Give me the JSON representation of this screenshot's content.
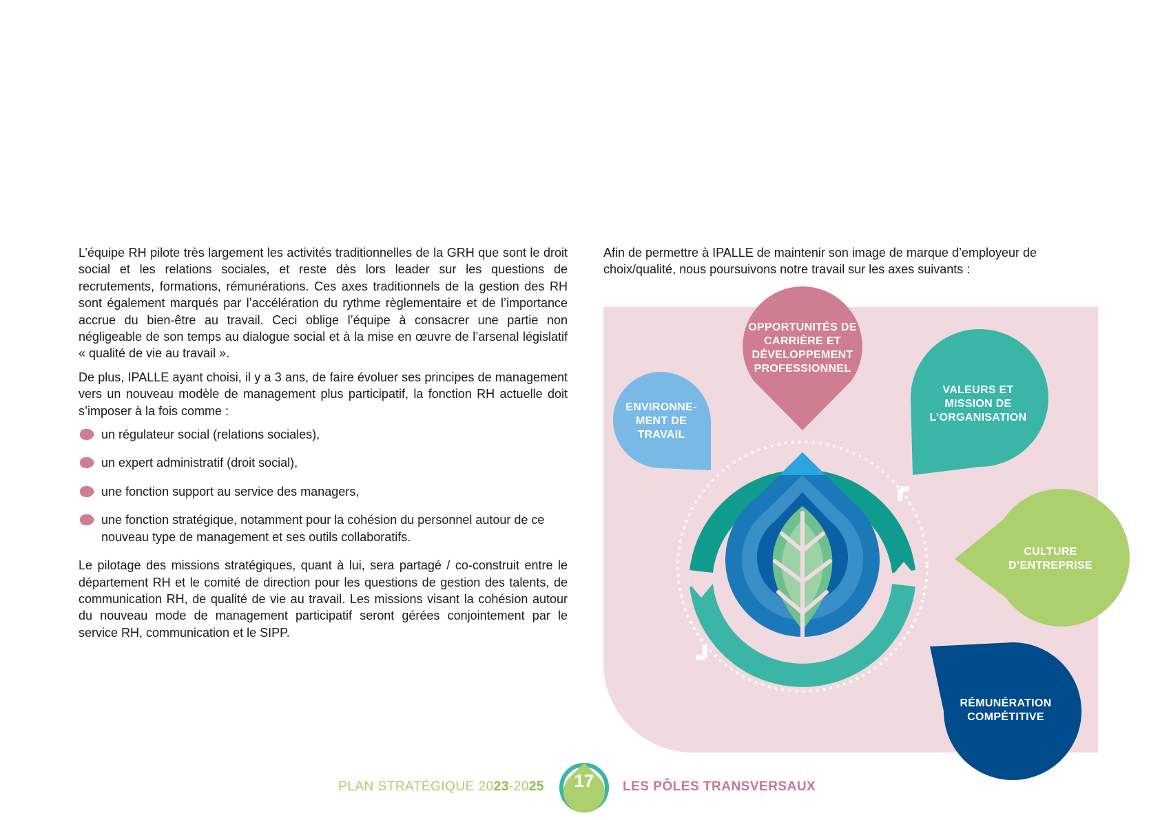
{
  "left_column": {
    "paragraph_1": "L’équipe RH pilote très largement les activités traditionnelles de la GRH que sont le droit social et les relations sociales, et reste dès lors leader sur les questions de recrutements, formations, rémunérations. Ces axes traditionnels de la gestion des RH sont également marqués par l’accélération du rythme règlementaire et de l’importance accrue du bien-être au travail. Ceci oblige l’équipe à consacrer une partie non négligeable de son temps au dialogue social et à la mise en œuvre de l’arsenal législatif « qualité de vie au travail ».",
    "paragraph_2": "De plus, IPALLE ayant choisi, il y a 3 ans, de faire évoluer ses principes de management vers un nouveau modèle de management plus participatif, la fonction RH actuelle doit s’imposer à la fois comme :",
    "bullets": [
      "un régulateur social (relations sociales),",
      "un expert administratif (droit social),",
      "une fonction support au service des managers,",
      "une fonction stratégique, notamment pour la cohésion du personnel autour de ce nouveau type de management et ses outils collaboratifs."
    ],
    "paragraph_3": "Le pilotage des missions stratégiques, quant à lui, sera partagé / co-construit entre le département RH et le comité de direction pour les questions de gestion des talents, de communication RH, de qualité de vie au travail. Les missions visant la cohésion autour du nouveau mode de management participatif seront gérées conjointement par le service RH, communication et le SIPP."
  },
  "right_column": {
    "intro": "Afin de permettre à IPALLE de maintenir son image de marque d’employeur de choix/qualité, nous poursuivons notre travail sur les axes suivants :"
  },
  "diagram": {
    "axes": [
      {
        "label": "OPPORTUNITÉS DE CARRIÈRE ET DÉVELOPPEMENT PROFESSIONNEL",
        "color": "#cf7d90"
      },
      {
        "label": "ENVIRONNE-MENT DE TRAVAIL",
        "color": "#78b9e6"
      },
      {
        "label": "VALEURS ET MISSION DE L’ORGANISATION",
        "color": "#3ab5a6"
      },
      {
        "label": "CULTURE D’ENTREPRISE",
        "color": "#acd06e"
      },
      {
        "label": "RÉMUNÉRATION COMPÉTITIVE",
        "color": "#004b8c"
      }
    ],
    "background_color": "#f0dadf"
  },
  "footer": {
    "plan_prefix": "PLAN STRATÉGIQUE 20",
    "plan_y1": "23",
    "plan_mid": "-20",
    "plan_y2": "25",
    "page_number": "17",
    "section": "LES PÔLES TRANSVERSAUX"
  },
  "colors": {
    "bullet": "#cf7d90",
    "footer_green": "#a9cf6a",
    "footer_pink": "#c97690"
  }
}
